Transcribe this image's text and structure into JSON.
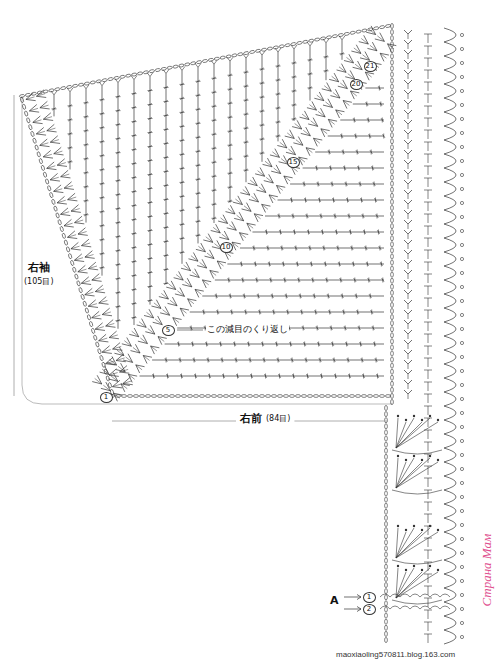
{
  "diagram": {
    "labels": [
      "右袖",
      "(105目)",
      "右前",
      "(84目)",
      "この減目のくり返し",
      "1",
      "5",
      "10",
      "15",
      "20",
      "21",
      "A",
      "1",
      "2",
      "Страна Мам",
      "maoxiaoling570811.blog.163.com"
    ]
  }
}
